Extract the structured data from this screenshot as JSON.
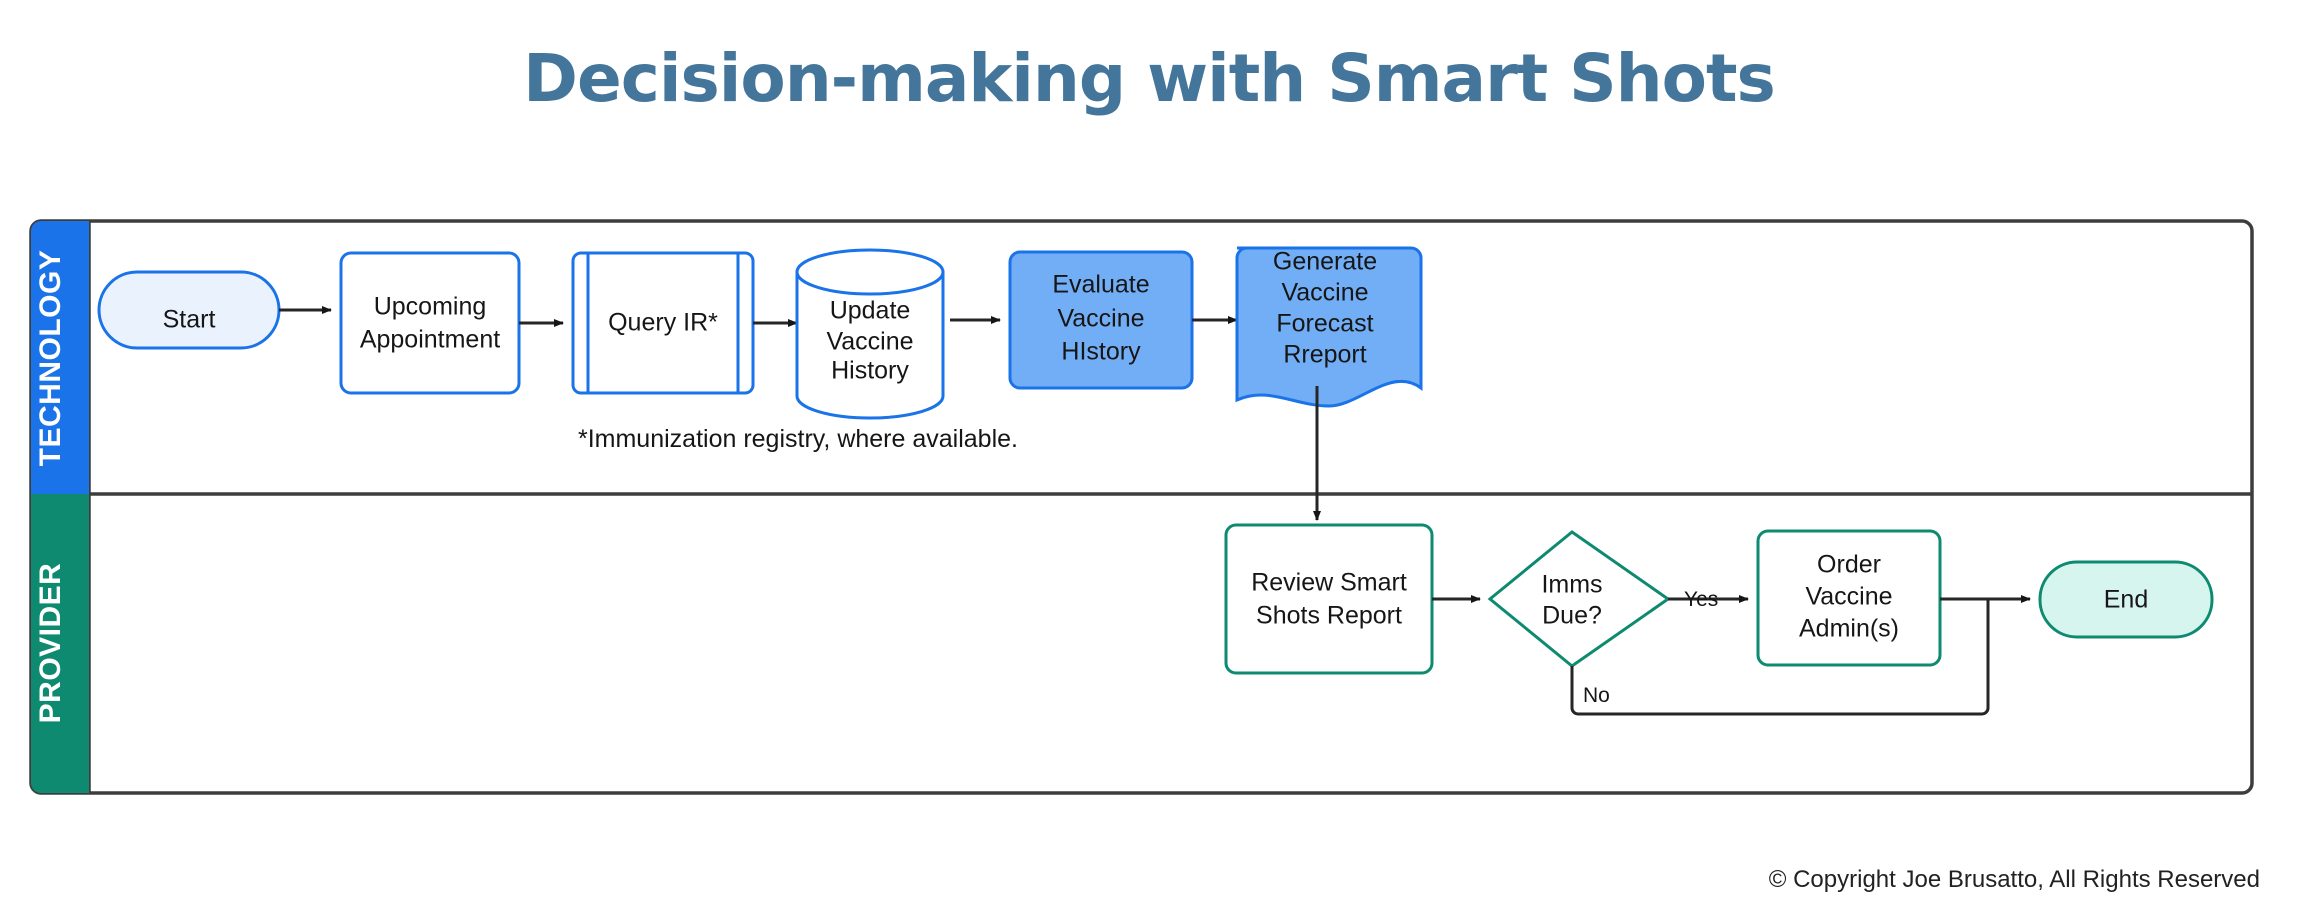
{
  "title": "Decision-making with Smart Shots",
  "copyright": "© Copyright Joe Brusatto, All Rights Reserved",
  "footnote": "*Immunization registry, where available.",
  "colors": {
    "title": "#44759b",
    "technology_lane": "#1a73e8",
    "provider_lane": "#0d8a70",
    "technology_border": "#1a73e8",
    "provider_border": "#0d8a70",
    "technology_fill_light": "#eaf2fd",
    "technology_fill_solid": "#72aef5",
    "provider_fill_light": "#d6f5ee",
    "line": "#262626",
    "frame": "#3d3d3d"
  },
  "lanes": [
    {
      "id": "technology",
      "label": "TECHNOLOGY"
    },
    {
      "id": "provider",
      "label": "PROVIDER"
    }
  ],
  "nodes": {
    "start": {
      "label": "Start",
      "shape": "stadium",
      "lane": "technology"
    },
    "upcoming_appointment": {
      "line1": "Upcoming",
      "line2": "Appointment",
      "shape": "rounded-rect",
      "lane": "technology"
    },
    "query_ir": {
      "label": "Query IR*",
      "shape": "subprocess",
      "lane": "technology"
    },
    "update_vaccine_history": {
      "line1": "Update",
      "line2": "Vaccine",
      "line3": "History",
      "shape": "cylinder",
      "lane": "technology"
    },
    "evaluate_vaccine_history": {
      "line1": "Evaluate",
      "line2": "Vaccine",
      "line3": "HIstory",
      "shape": "rounded-rect-filled",
      "lane": "technology"
    },
    "generate_vaccine_forecast_report": {
      "line1": "Generate",
      "line2": "Vaccine",
      "line3": "Forecast",
      "line4": "Rreport",
      "shape": "document",
      "lane": "technology"
    },
    "review_smart_shots_report": {
      "line1": "Review Smart",
      "line2": "Shots Report",
      "shape": "rounded-rect",
      "lane": "provider"
    },
    "imms_due": {
      "line1": "Imms",
      "line2": "Due?",
      "shape": "diamond",
      "lane": "provider"
    },
    "order_vaccine_admins": {
      "line1": "Order",
      "line2": "Vaccine",
      "line3": "Admin(s)",
      "shape": "rounded-rect",
      "lane": "provider"
    },
    "end": {
      "label": "End",
      "shape": "stadium",
      "lane": "provider"
    }
  },
  "edge_labels": {
    "yes": "Yes",
    "no": "No"
  }
}
